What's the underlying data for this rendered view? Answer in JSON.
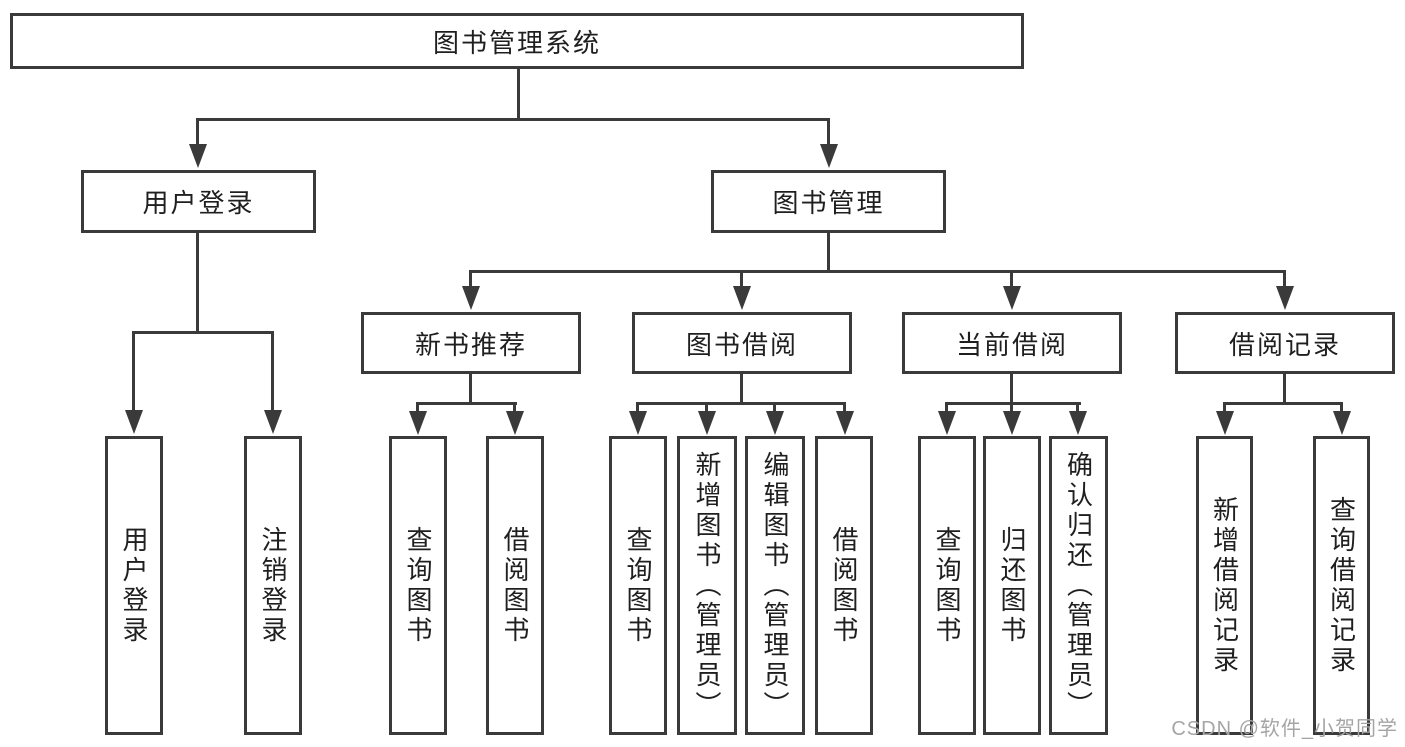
{
  "diagram": {
    "type": "tree",
    "root": {
      "label": "图书管理系统"
    },
    "level2": [
      {
        "label": "用户登录",
        "parent": "图书管理系统"
      },
      {
        "label": "图书管理",
        "parent": "图书管理系统"
      }
    ],
    "level3": [
      {
        "label": "新书推荐",
        "parent": "图书管理"
      },
      {
        "label": "图书借阅",
        "parent": "图书管理"
      },
      {
        "label": "当前借阅",
        "parent": "图书管理"
      },
      {
        "label": "借阅记录",
        "parent": "图书管理"
      }
    ],
    "leaves": [
      {
        "label": "用户登录",
        "parent": "用户登录"
      },
      {
        "label": "注销登录",
        "parent": "用户登录"
      },
      {
        "label": "查询图书",
        "parent": "新书推荐"
      },
      {
        "label": "借阅图书",
        "parent": "新书推荐"
      },
      {
        "label": "查询图书",
        "parent": "图书借阅"
      },
      {
        "label": "新增图书（管理员）",
        "parent": "图书借阅"
      },
      {
        "label": "编辑图书（管理员）",
        "parent": "图书借阅"
      },
      {
        "label": "借阅图书",
        "parent": "图书借阅"
      },
      {
        "label": "查询图书",
        "parent": "当前借阅"
      },
      {
        "label": "归还图书",
        "parent": "当前借阅"
      },
      {
        "label": "确认归还（管理员）",
        "parent": "当前借阅"
      },
      {
        "label": "新增借阅记录",
        "parent": "借阅记录"
      },
      {
        "label": "查询借阅记录",
        "parent": "借阅记录"
      }
    ],
    "watermark": "CSDN @软件_小贺同学",
    "colors": {
      "line": "#3a3a3a",
      "text": "#1f1f1f",
      "watermark": "#a5a5a5",
      "background": "#ffffff"
    }
  }
}
